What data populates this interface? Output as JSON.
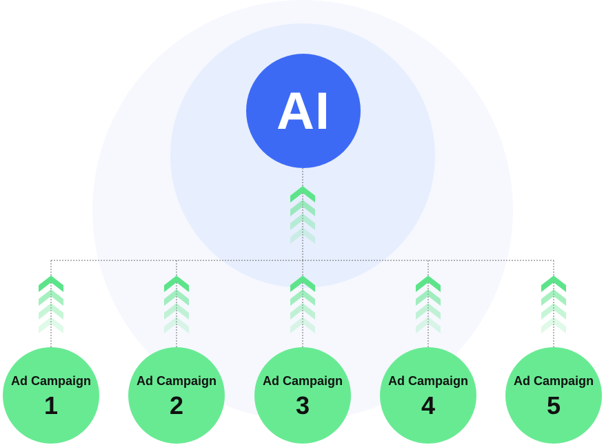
{
  "center": {
    "label": "AI"
  },
  "campaigns": [
    {
      "title": "Ad Campaign",
      "number": "1"
    },
    {
      "title": "Ad Campaign",
      "number": "2"
    },
    {
      "title": "Ad Campaign",
      "number": "3"
    },
    {
      "title": "Ad Campaign",
      "number": "4"
    },
    {
      "title": "Ad Campaign",
      "number": "5"
    }
  ],
  "colors": {
    "ai_circle": "#3d6af5",
    "campaign_circle": "#68ea93",
    "arrow": "#5de48a",
    "outer_halo": "#f6f8fe",
    "inner_halo": "#e7eefd",
    "connector": "#6b6b6b"
  }
}
